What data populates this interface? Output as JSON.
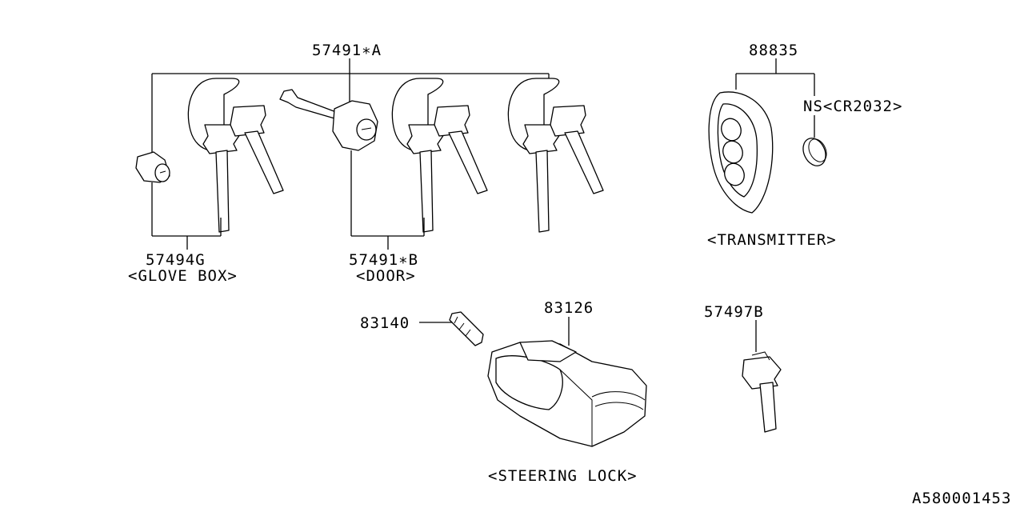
{
  "labels": {
    "key_blank_a": "57491∗A",
    "transmitter_part": "88835",
    "battery": "NS<CR2032>",
    "transmitter_caption": "<TRANSMITTER>",
    "glove_box_part": "57494G",
    "glove_box_caption": "<GLOVE BOX>",
    "door_part": "57491∗B",
    "door_caption": "<DOOR>",
    "sensor_part": "83140",
    "steering_lock_part": "83126",
    "single_key_part": "57497B",
    "steering_lock_caption": "<STEERING LOCK>",
    "diagram_id": "A580001453"
  }
}
